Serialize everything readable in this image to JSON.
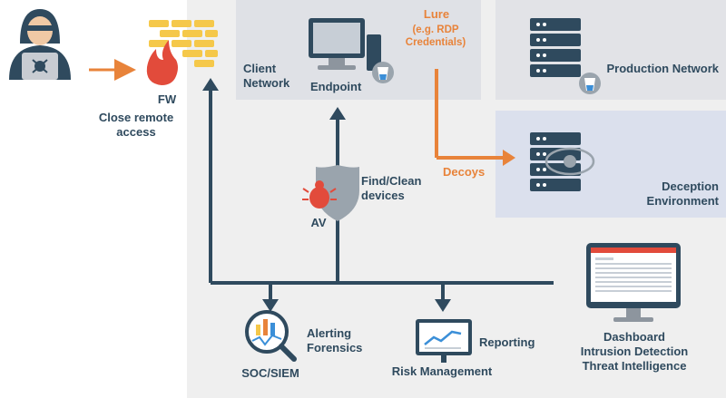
{
  "firewall": {
    "label": "FW",
    "action": "Close remote access"
  },
  "client_network": {
    "label": "Client Network",
    "endpoint_label": "Endpoint"
  },
  "lure": {
    "title": "Lure",
    "detail": "(e.g. RDP Credentials)"
  },
  "production": {
    "label": "Production Network"
  },
  "decoys": {
    "label": "Decoys"
  },
  "deception": {
    "label": "Deception Environment"
  },
  "av": {
    "label": "AV",
    "action": "Find/Clean devices"
  },
  "soc": {
    "label": "SOC/SIEM",
    "action": "Alerting Forensics"
  },
  "risk": {
    "label": "Risk Management",
    "action": "Reporting"
  },
  "dashboard": {
    "title": "Dashboard",
    "line2": "Intrusion Detection",
    "line3": "Threat Intelligence"
  },
  "colors": {
    "navy": "#2f4a5e",
    "orange": "#e8833a",
    "red": "#e24b3b",
    "yellow": "#f5c84a",
    "server": "#2f4a5e"
  },
  "icons": [
    "hacker-icon",
    "firewall-icon",
    "endpoint-computer-icon",
    "server-rack-icon",
    "shield-bug-icon",
    "soc-magnifier-icon",
    "report-board-icon",
    "dashboard-monitor-icon"
  ]
}
